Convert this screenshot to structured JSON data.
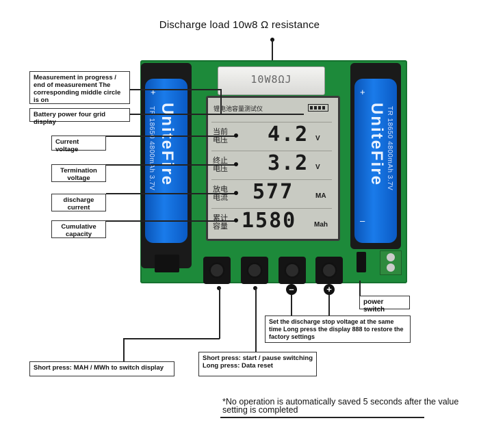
{
  "top_label": "Discharge load 10w8 Ω resistance",
  "resistor_marking": "10W8ΩJ",
  "battery": {
    "plus": "+",
    "minus": "–",
    "brand": "UniteFire",
    "spec": "TR 18650 4800mAh 3.7V"
  },
  "lcd": {
    "header": "锂电池容量测试仪",
    "rows": [
      {
        "label": "当前电压",
        "value": "4.2",
        "unit": "V"
      },
      {
        "label": "终止电压",
        "value": "3.2",
        "unit": "V"
      },
      {
        "label": "放电电流",
        "value": "577",
        "unit": "MA"
      },
      {
        "label": "累计容量",
        "value": "1580",
        "unit": "Mah"
      }
    ]
  },
  "callouts": {
    "measurement": "Measurement in progress / end of measurement The corresponding middle circle is on",
    "battery_grid": "Battery power four grid display",
    "current_voltage": "Current voltage",
    "termination_voltage": "Termination voltage",
    "discharge_current": "discharge current",
    "cumulative_capacity": "Cumulative capacity",
    "power_switch": "power switch",
    "stop_voltage": "Set the discharge stop voltage at the same time Long press the display 888 to restore the factory settings",
    "mah_switch": "Short press: MAH / MWh to switch display",
    "start_pause": "Short press: start / pause switching Long press: Data reset"
  },
  "button_markers": {
    "minus": "–",
    "plus": "+"
  },
  "footnote": "*No operation is automatically saved 5 seconds after the value setting is completed"
}
